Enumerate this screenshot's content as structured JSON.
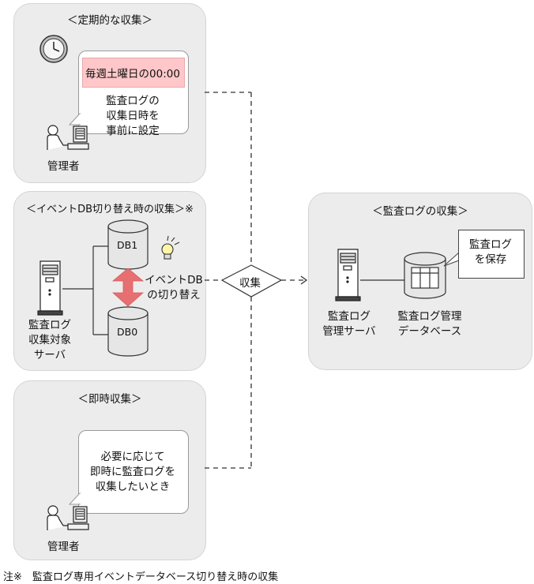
{
  "colors": {
    "panel_bg": "#ececec",
    "highlight": "#ffc7c9",
    "arrow": "#e76f72"
  },
  "periodic": {
    "title": "＜定期的な収集＞",
    "schedule": "毎週土曜日の00:00",
    "desc": "監査ログの\n収集日時を\n事前に設定",
    "admin_label": "管理者",
    "icon_clock": "clock-icon",
    "icon_admin": "admin-user-icon"
  },
  "switch": {
    "title": "＜イベントDB切り替え時の収集＞※",
    "db1": "DB1",
    "db0": "DB0",
    "switch_text": "イベントDB\nの切り替え",
    "server_label": "監査ログ\n収集対象\nサーバ",
    "icon_bulb": "lightbulb-icon",
    "icon_server": "server-icon"
  },
  "instant": {
    "title": "＜即時収集＞",
    "desc": "必要に応じて\n即時に監査ログを\n収集したいとき",
    "admin_label": "管理者"
  },
  "collect_label": "収集",
  "result": {
    "title": "＜監査ログの収集＞",
    "bubble": "監査ログ\nを保存",
    "server_label": "監査ログ\n管理サーバ",
    "db_label": "監査ログ管理\nデータベース"
  },
  "footnote": "注※　監査ログ専用イベントデータベース切り替え時の収集"
}
